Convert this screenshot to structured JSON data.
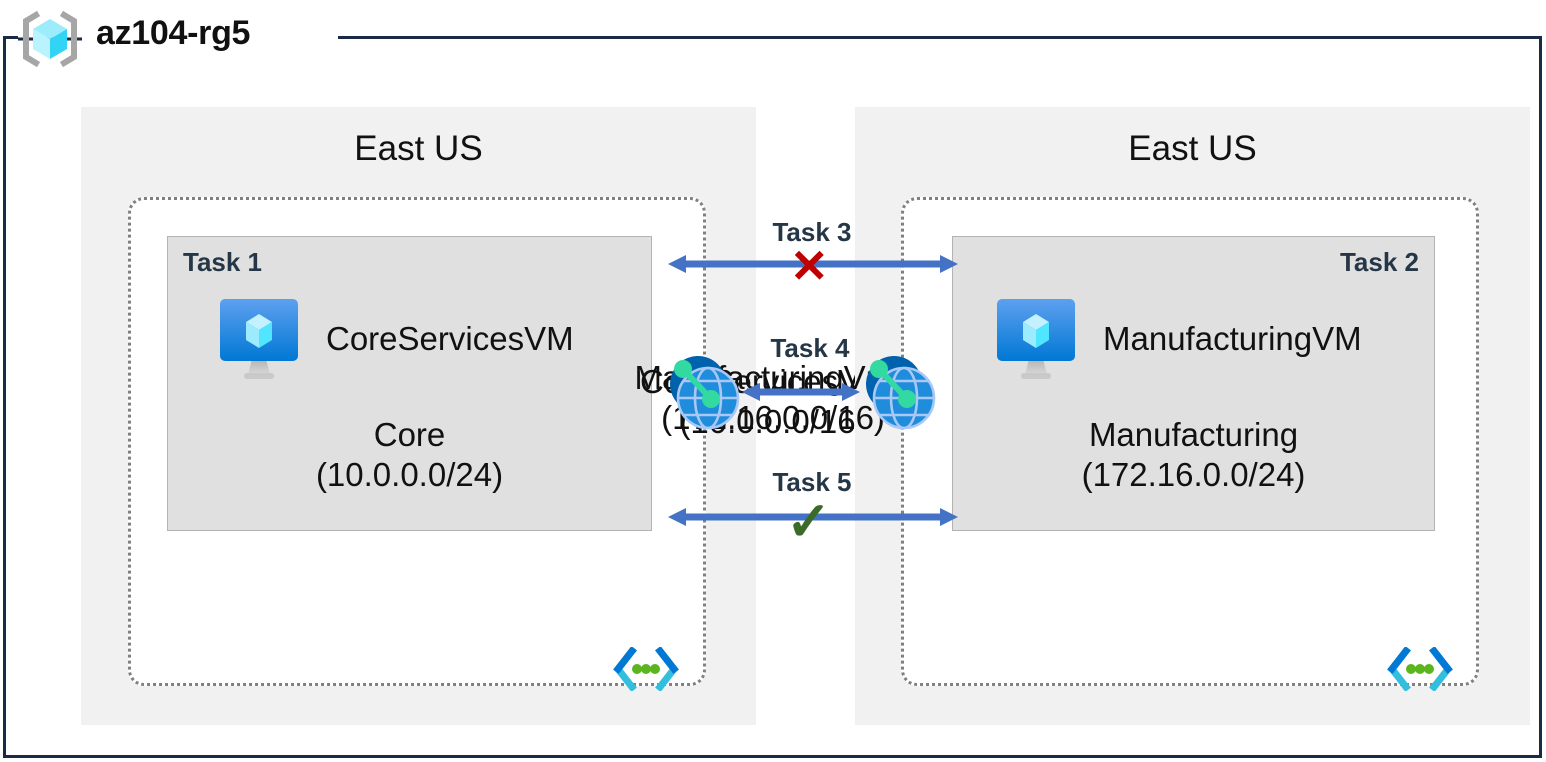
{
  "diagram": {
    "type": "azure-network-architecture",
    "resource_group": {
      "name": "az104-rg5",
      "icon": "resource-group-icon"
    },
    "regions": [
      {
        "side": "left",
        "label": "East US"
      },
      {
        "side": "right",
        "label": "East US"
      }
    ],
    "vnets": [
      {
        "side": "left",
        "name": "CoreServicesVnet",
        "address_space": "(10.0.0.0/16)",
        "icon": "virtual-network-icon",
        "subnet": {
          "task": "Task 1",
          "task_align": "left",
          "name": "Core",
          "address_space": "(10.0.0.0/24)",
          "vm": {
            "name": "CoreServicesVM",
            "icon": "virtual-machine-icon",
            "task": "Task 1"
          }
        }
      },
      {
        "side": "right",
        "name": "ManufacturingVnet",
        "address_space": "(172.16.0.0/16)",
        "icon": "virtual-network-icon",
        "subnet": {
          "task": "Task 2",
          "task_align": "right",
          "name": "Manufacturing",
          "address_space": "(172.16.0.0/24)",
          "vm": {
            "name": "ManufacturingVM",
            "icon": "virtual-machine-icon",
            "task": "Task 2"
          }
        }
      }
    ],
    "connections": [
      {
        "id": "task3",
        "label": "Task 3",
        "status_icon": "cross-mark",
        "status_glyph": "✕",
        "status": "blocked",
        "arrow": "bidirectional"
      },
      {
        "id": "task4",
        "label": "Task 4",
        "status_icon": "peering-icon",
        "status": "peered",
        "arrow": "bidirectional"
      },
      {
        "id": "task5",
        "label": "Task 5",
        "status_icon": "check-mark",
        "status_glyph": "✓",
        "status": "allowed",
        "arrow": "bidirectional"
      }
    ],
    "colors": {
      "frame_border": "#1b2a47",
      "region_bg": "#f1f1f1",
      "subnet_bg": "#e0e0e0",
      "vnet_border": "#808080",
      "arrow_blue": "#4472c4",
      "cross_red": "#c00000",
      "check_green": "#3a6b28",
      "task_text": "#253746",
      "azure_blue": "#0078d4",
      "cube_cyan": "#50e6ff",
      "peer_green": "#32d9a0"
    }
  }
}
